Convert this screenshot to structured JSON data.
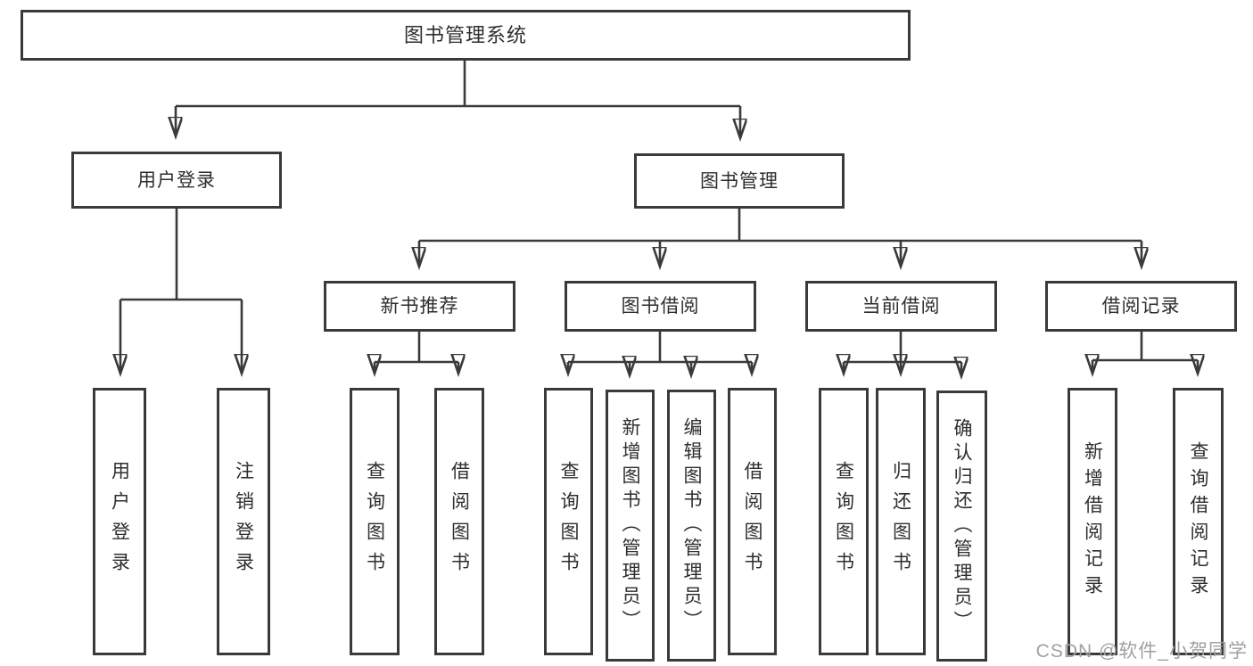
{
  "diagram_title": "图书管理系统",
  "watermark": "CSDN @软件_小贺同学",
  "colors": {
    "line": "#3a3a3a",
    "text": "#2e2e2e",
    "box_bg": "#ffffff",
    "watermark": "#a0a0a0",
    "page_bg": "#ffffff"
  },
  "nodes": {
    "root": {
      "label": "图书管理系统"
    },
    "user_login_group": {
      "label": "用户登录"
    },
    "book_mgmt": {
      "label": "图书管理"
    },
    "new_book_rec": {
      "label": "新书推荐"
    },
    "book_borrow": {
      "label": "图书借阅"
    },
    "current_borrow": {
      "label": "当前借阅"
    },
    "borrow_records": {
      "label": "借阅记录"
    },
    "user_login": {
      "label": "用户登录"
    },
    "logout": {
      "label": "注销登录"
    },
    "nbr_query": {
      "label": "查询图书"
    },
    "nbr_borrow": {
      "label": "借阅图书"
    },
    "bb_query": {
      "label": "查询图书"
    },
    "bb_add": {
      "label": "新增图书（管理员）"
    },
    "bb_edit": {
      "label": "编辑图书（管理员）"
    },
    "bb_borrow": {
      "label": "借阅图书"
    },
    "cb_query": {
      "label": "查询图书"
    },
    "cb_return": {
      "label": "归还图书"
    },
    "cb_confirm": {
      "label": "确认归还（管理员）"
    },
    "br_add": {
      "label": "新增借阅记录"
    },
    "br_query": {
      "label": "查询借阅记录"
    }
  },
  "edges": [
    [
      "root",
      "user_login_group"
    ],
    [
      "root",
      "book_mgmt"
    ],
    [
      "user_login_group",
      "user_login"
    ],
    [
      "user_login_group",
      "logout"
    ],
    [
      "book_mgmt",
      "new_book_rec"
    ],
    [
      "book_mgmt",
      "book_borrow"
    ],
    [
      "book_mgmt",
      "current_borrow"
    ],
    [
      "book_mgmt",
      "borrow_records"
    ],
    [
      "new_book_rec",
      "nbr_query"
    ],
    [
      "new_book_rec",
      "nbr_borrow"
    ],
    [
      "book_borrow",
      "bb_query"
    ],
    [
      "book_borrow",
      "bb_add"
    ],
    [
      "book_borrow",
      "bb_edit"
    ],
    [
      "book_borrow",
      "bb_borrow"
    ],
    [
      "current_borrow",
      "cb_query"
    ],
    [
      "current_borrow",
      "cb_return"
    ],
    [
      "current_borrow",
      "cb_confirm"
    ],
    [
      "borrow_records",
      "br_add"
    ],
    [
      "borrow_records",
      "br_query"
    ]
  ]
}
